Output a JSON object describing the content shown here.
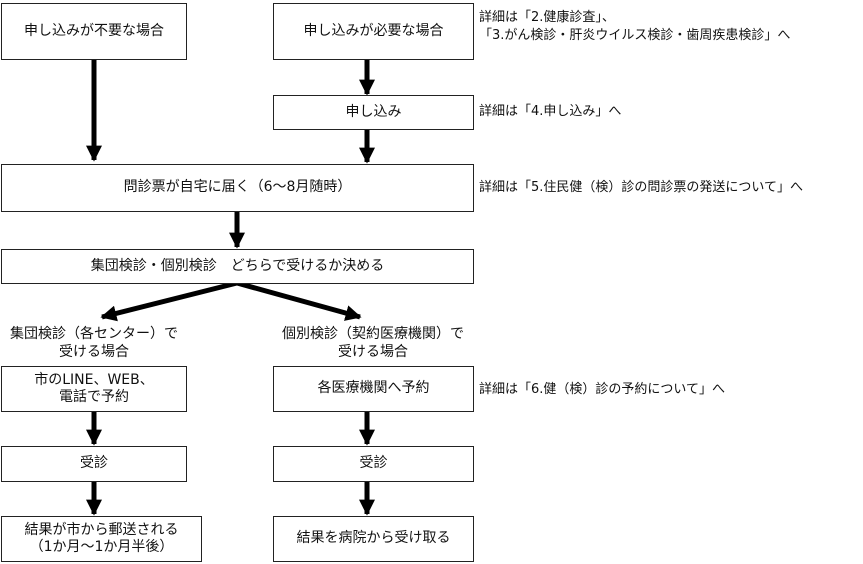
{
  "boxes": {
    "not_required": "申し込みが不要な場合",
    "required": "申し込みが必要な場合",
    "apply": "申し込み",
    "questionnaire": "問診票が自宅に届く（6～8月随時）",
    "decide": "集団検診・個別検診　どちらで受けるか決める",
    "group_reserve": "市のLINE、WEB、\n電話で予約",
    "indiv_reserve": "各医療機関へ予約",
    "group_exam": "受診",
    "indiv_exam": "受診",
    "group_result": "結果が市から郵送される\n（1か月～1か月半後）",
    "indiv_result": "結果を病院から受け取る"
  },
  "captions": {
    "group": "集団検診（各センター）で\n受ける場合",
    "indiv": "個別検診（契約医療機関）で\n受ける場合"
  },
  "notes": {
    "required": "詳細は「2.健康診査」、\n「3.がん検診・肝炎ウイルス検診・歯周疾患検診」へ",
    "apply": "詳細は「4.申し込み」へ",
    "questionnaire": "詳細は「5.住民健（検）診の問診票の発送について」へ",
    "indiv_reserve": "詳細は「6.健（検）診の予約について」へ"
  },
  "colors": {
    "line": "#000000",
    "border": "#222222"
  }
}
